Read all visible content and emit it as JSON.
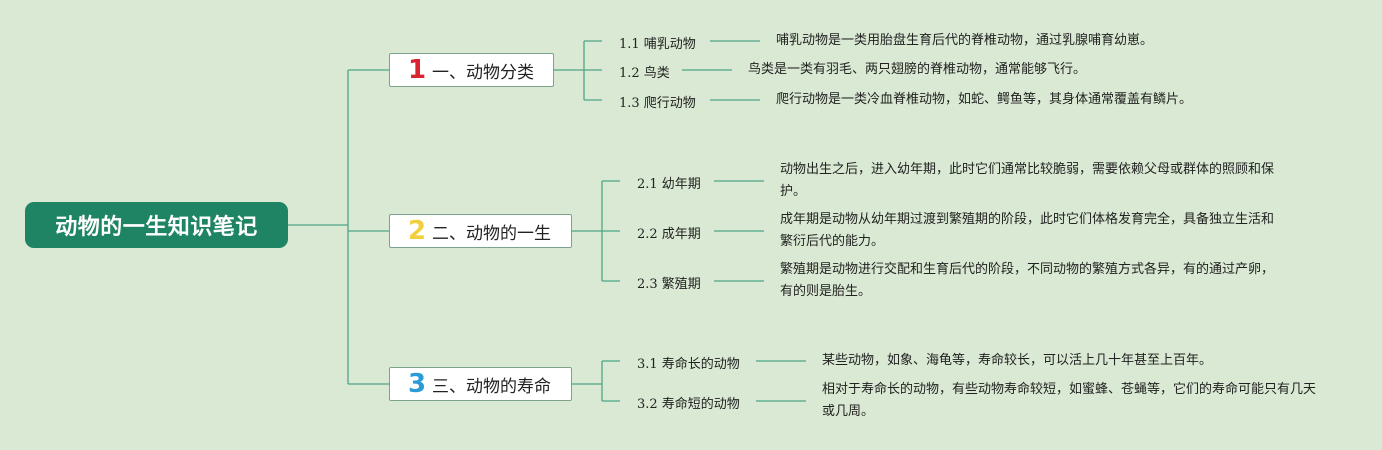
{
  "root": {
    "title": "动物的一生知识笔记"
  },
  "branches": [
    {
      "num": "1",
      "num_color": "#d9252f",
      "label": "一、动物分类",
      "items": [
        {
          "label": "1.1 哺乳动物",
          "desc": "哺乳动物是一类用胎盘生育后代的脊椎动物，通过乳腺哺育幼崽。"
        },
        {
          "label": "1.2 鸟类",
          "desc": "鸟类是一类有羽毛、两只翅膀的脊椎动物，通常能够飞行。"
        },
        {
          "label": "1.3 爬行动物",
          "desc": "爬行动物是一类冷血脊椎动物，如蛇、鳄鱼等，其身体通常覆盖有鳞片。"
        }
      ]
    },
    {
      "num": "2",
      "num_color": "#f2cf3c",
      "label": "二、动物的一生",
      "items": [
        {
          "label": "2.1 幼年期",
          "desc": "动物出生之后，进入幼年期，此时它们通常比较脆弱，需要依赖父母或群体的照顾和保护。"
        },
        {
          "label": "2.2 成年期",
          "desc": "成年期是动物从幼年期过渡到繁殖期的阶段，此时它们体格发育完全，具备独立生活和繁衍后代的能力。"
        },
        {
          "label": "2.3 繁殖期",
          "desc": "繁殖期是动物进行交配和生育后代的阶段，不同动物的繁殖方式各异，有的通过产卵，有的则是胎生。"
        }
      ]
    },
    {
      "num": "3",
      "num_color": "#2a9bd7",
      "label": "三、动物的寿命",
      "items": [
        {
          "label": "3.1 寿命长的动物",
          "desc": "某些动物，如象、海龟等，寿命较长，可以活上几十年甚至上百年。"
        },
        {
          "label": "3.2 寿命短的动物",
          "desc": "相对于寿命长的动物，有些动物寿命较短，如蜜蜂、苍蝇等，它们的寿命可能只有几天或几周。"
        }
      ]
    }
  ],
  "colors": {
    "line": "#4fa587",
    "background": "#d9e9d3",
    "root_bg": "#1e8463"
  }
}
